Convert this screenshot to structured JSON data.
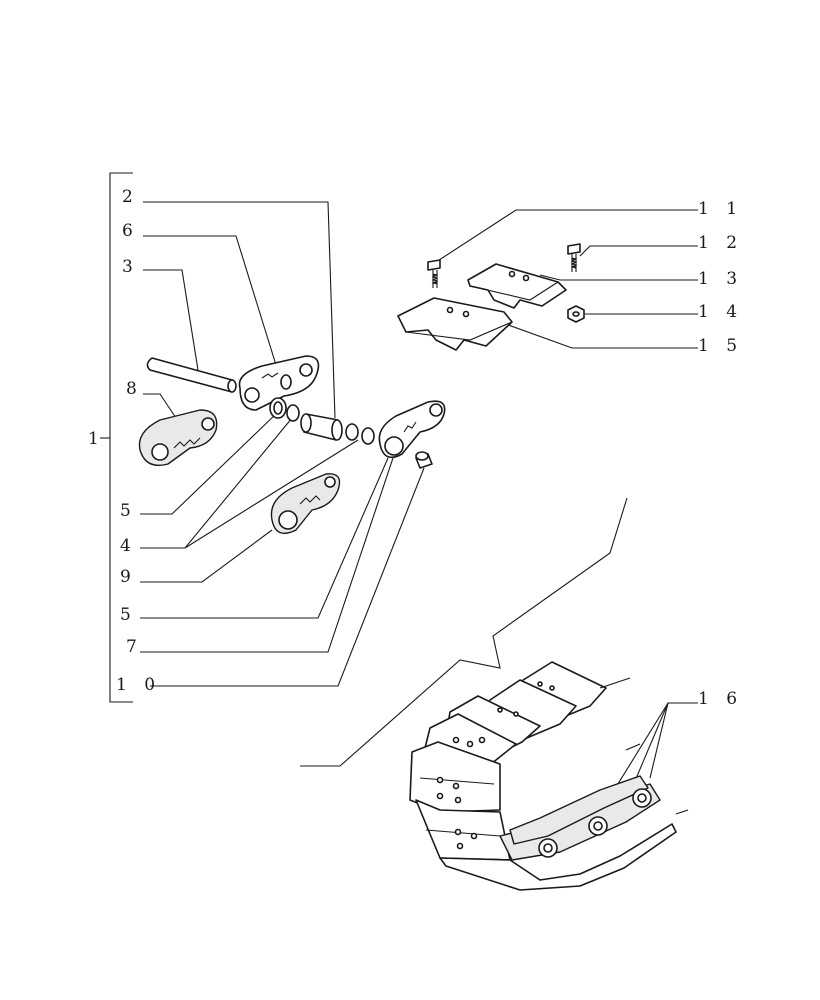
{
  "diagram": {
    "callouts": {
      "c1": "1",
      "c2": "2",
      "c3": "3",
      "c4": "4",
      "c5a": "5",
      "c5b": "5",
      "c6": "6",
      "c7": "7",
      "c8": "8",
      "c9": "9",
      "c10": "1 0",
      "c11": "1 1",
      "c12": "1 2",
      "c13": "1 3",
      "c14": "1 4",
      "c15": "1 5",
      "c16": "1 6"
    }
  }
}
